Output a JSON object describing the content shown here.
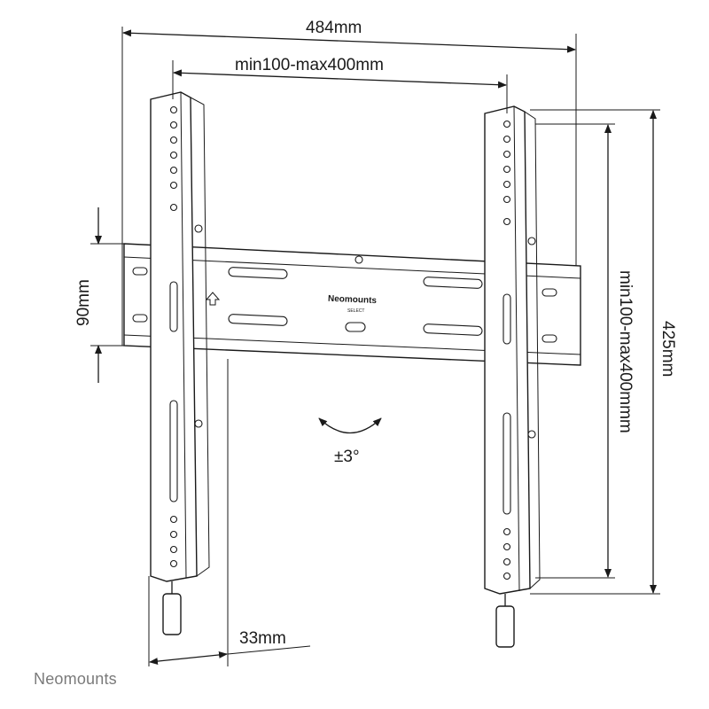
{
  "dimensions": {
    "overall_width": "484mm",
    "vesa_horizontal": "min100-max400mm",
    "plate_height": "90mm",
    "overall_height": "425mm",
    "vesa_vertical": "min100-max400mmm",
    "depth": "33mm",
    "tilt": "±3°"
  },
  "plate": {
    "brand": "Neomounts",
    "sub_brand": "SELECT"
  },
  "footer": {
    "brand": "Neomounts"
  }
}
